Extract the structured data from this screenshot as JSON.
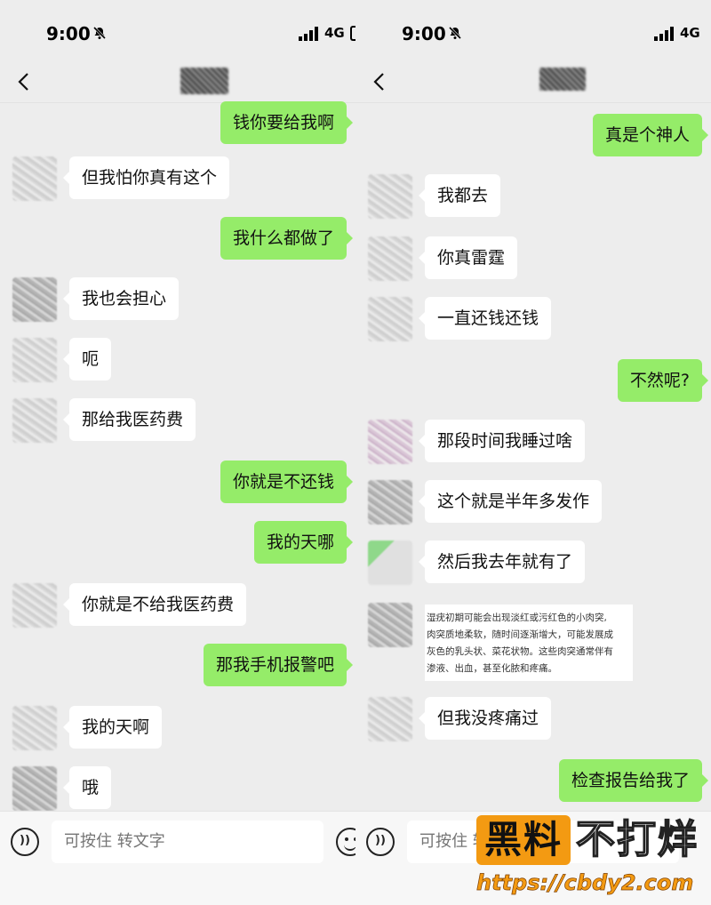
{
  "status_bar": {
    "time": "9:00",
    "network": "4G"
  },
  "input_bar": {
    "placeholder": "可按住 转文字"
  },
  "left_chat": {
    "messages": [
      {
        "side": "out",
        "text": "钱你要给我啊"
      },
      {
        "side": "in",
        "text": "但我怕你真有这个"
      },
      {
        "side": "out",
        "text": "我什么都做了"
      },
      {
        "side": "in",
        "text": "我也会担心"
      },
      {
        "side": "in",
        "text": "呃"
      },
      {
        "side": "in",
        "text": "那给我医药费"
      },
      {
        "side": "out",
        "text": "你就是不还钱"
      },
      {
        "side": "out",
        "text": "我的天哪"
      },
      {
        "side": "in",
        "text": "你就是不给我医药费"
      },
      {
        "side": "out",
        "text": "那我手机报警吧"
      },
      {
        "side": "in",
        "text": "我的天啊"
      },
      {
        "side": "in",
        "text": "哦"
      }
    ]
  },
  "right_chat": {
    "messages": [
      {
        "side": "out",
        "text": "真是个神人"
      },
      {
        "side": "in",
        "text": "我都去"
      },
      {
        "side": "in",
        "text": "你真雷霆"
      },
      {
        "side": "in",
        "text": "一直还钱还钱"
      },
      {
        "side": "out",
        "text": "不然呢?"
      },
      {
        "side": "in",
        "text": "那段时间我睡过啥"
      },
      {
        "side": "in",
        "text": "这个就是半年多发作"
      },
      {
        "side": "in",
        "text": "然后我去年就有了"
      },
      {
        "side": "in",
        "text": "但我没疼痛过"
      },
      {
        "side": "out",
        "text": "检查报告给我了"
      }
    ],
    "image_message_lines": [
      "湿疣初期可能会出现淡红或污红色的小肉突,",
      "肉突质地柔软，随时间逐渐增大，可能发展成",
      "灰色的乳头状、菜花状物。这些肉突通常伴有",
      "渗液、出血，甚至化脓和疼痛。"
    ]
  },
  "watermark": {
    "box": "黑料",
    "text": "不打烊",
    "url": "https://cbdy2.com"
  },
  "colors": {
    "outgoing_bubble": "#95ec69",
    "incoming_bubble": "#ffffff",
    "background": "#ededed",
    "watermark": "#f39a12"
  }
}
